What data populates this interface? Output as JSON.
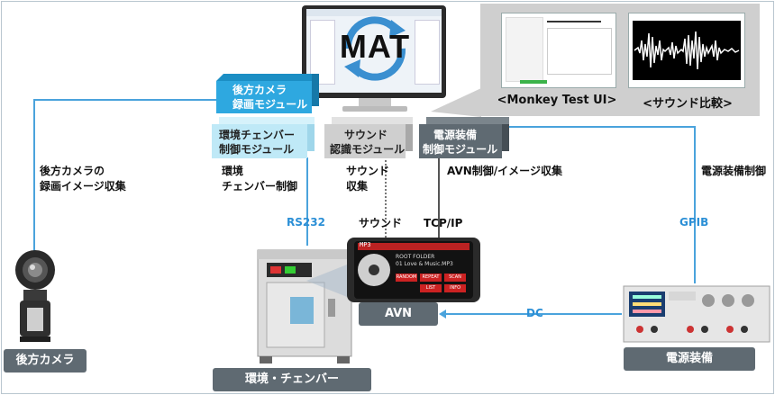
{
  "mat_logo": "MAT",
  "screens": {
    "monkey_label": "<Monkey Test UI>",
    "sound_label": "<サウンド比較>"
  },
  "modules": {
    "rear_camera_module": [
      "後方カメラ",
      "録画モジュール"
    ],
    "chamber_module": [
      "環境チェンバー",
      "制御モジュール"
    ],
    "sound_module": [
      "サウンド",
      "認識モジュール"
    ],
    "power_module": [
      "電源装備",
      "制御モジュール"
    ]
  },
  "annotations": {
    "rear_camera_collect": [
      "後方カメラの",
      "録画イメージ収集"
    ],
    "chamber_control": [
      "環境",
      "チェンバー制御"
    ],
    "sound_collect": [
      "サウンド",
      "収集"
    ],
    "avn_control": "AVN制御/イメージ収集",
    "power_control": "電源装備制御",
    "sound": "サウンド",
    "rs232": "RS232",
    "tcpip": "TCP/IP",
    "gpib": "GPIB",
    "dc": "DC"
  },
  "devices": {
    "rear_camera": "後方カメラ",
    "chamber": "環境・チェンバー",
    "avn": "AVN",
    "power_supply": "電源装備"
  },
  "avn_screen": {
    "mode": "MP3",
    "items": [
      "ROOT FOLDER",
      "01 Love & Music.MP3"
    ],
    "buttons": [
      "RANDOM",
      "REPEAT",
      "SCAN",
      "LIST",
      "INFO"
    ]
  },
  "colors": {
    "blue_block": "#2ea8e0",
    "light_blue_block": "#bfe9f7",
    "gray_block": "#cfcfcf",
    "dark_gray_block": "#5f6a72",
    "line_blue": "#4aa3dc"
  }
}
